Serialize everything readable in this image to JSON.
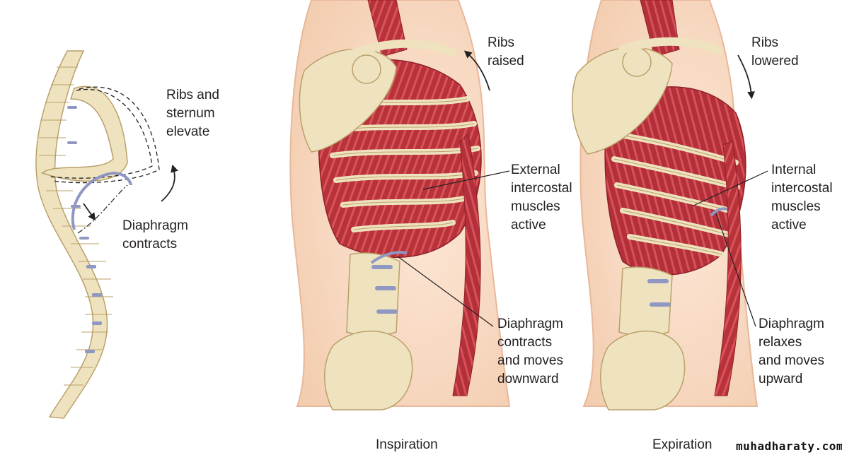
{
  "labels": {
    "ribs_sternum": [
      "Ribs and",
      "sternum",
      "elevate"
    ],
    "diaphragm_contracts": [
      "Diaphragm",
      "contracts"
    ],
    "ribs_raised": [
      "Ribs",
      "raised"
    ],
    "external_intercostal": [
      "External",
      "intercostal",
      "muscles",
      "active"
    ],
    "diaphragm_moves_down": [
      "Diaphragm",
      "contracts",
      "and moves",
      "downward"
    ],
    "ribs_lowered": [
      "Ribs",
      "lowered"
    ],
    "internal_intercostal": [
      "Internal",
      "intercostal",
      "muscles",
      "active"
    ],
    "diaphragm_moves_up": [
      "Diaphragm",
      "relaxes",
      "and moves",
      "upward"
    ]
  },
  "captions": {
    "inspiration": "Inspiration",
    "expiration": "Expiration"
  },
  "watermark": "muhadharaty.com",
  "colors": {
    "skin": "#f6d9c2",
    "skin_edge": "#e8b89a",
    "bone": "#efe3bf",
    "bone_edge": "#b9a06a",
    "muscle": "#b8323a",
    "muscle_dark": "#8f1f28",
    "disc": "#8f97c2",
    "text": "#231f20"
  }
}
